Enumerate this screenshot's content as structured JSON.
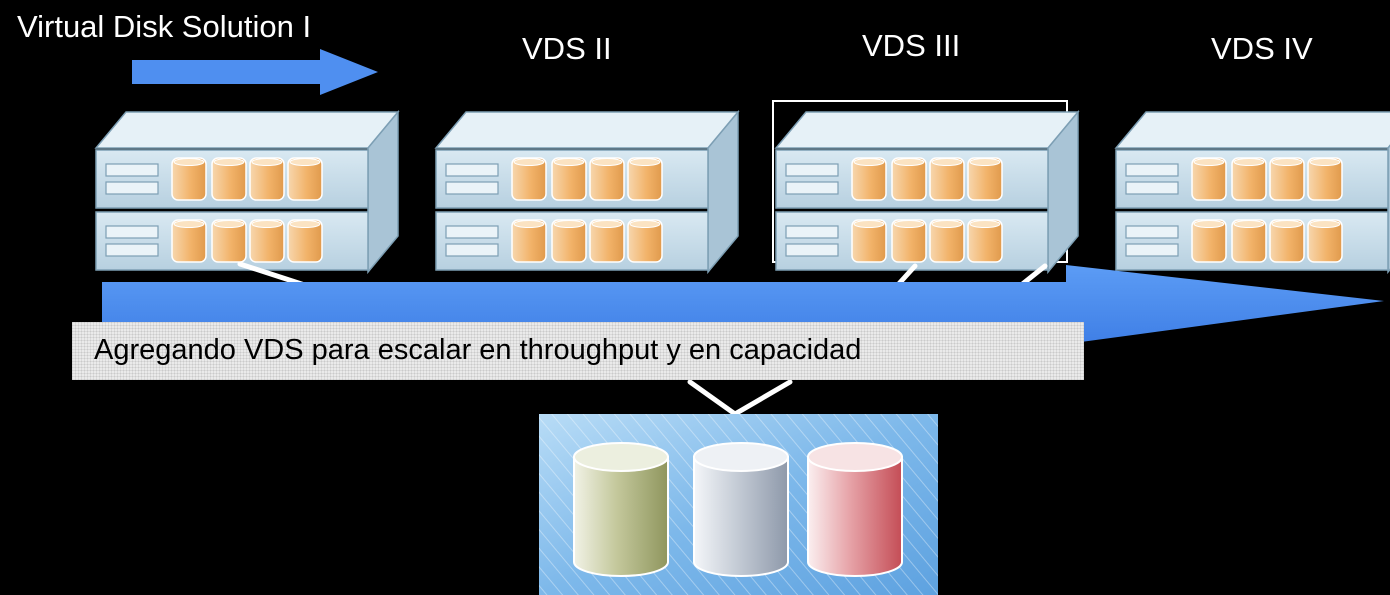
{
  "labels": {
    "vds1": "Virtual Disk Solution I",
    "vds2": "VDS II",
    "vds3": "VDS III",
    "vds4": "VDS IV"
  },
  "caption": "Agregando VDS para escalar en throughput y en capacidad",
  "colors": {
    "background": "#000000",
    "arrow": "#4f8ff0",
    "server_face": "#c5dcea",
    "server_top": "#e8f2f8",
    "disk": "#f2b873",
    "storage_bg": "#8cc4ee",
    "cyl_olive": "#a8ad7d",
    "cyl_grey": "#aeb8c6",
    "cyl_red": "#d0686f"
  },
  "icons": [
    "server-rack-icon",
    "storage-cylinder-icon",
    "arrow-right-icon"
  ]
}
